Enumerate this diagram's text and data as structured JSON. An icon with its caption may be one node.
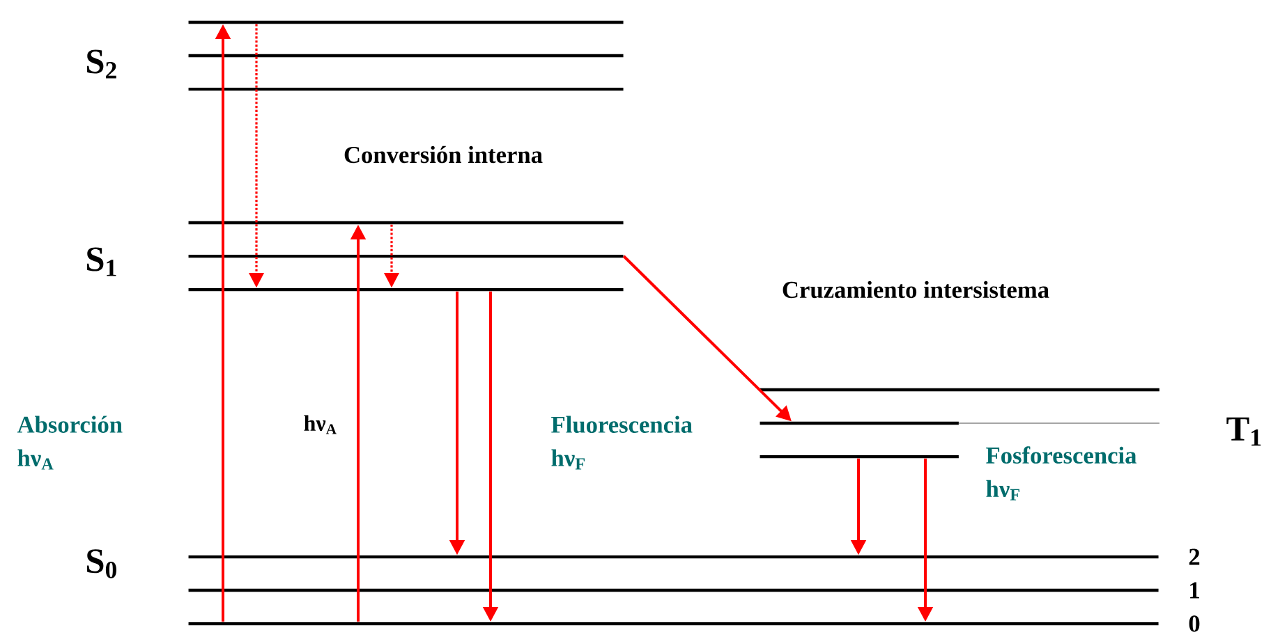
{
  "diagram": {
    "nodes": [
      {
        "text": [],
        "shape": "bar"
      },
      {
        "text": [],
        "shape": "bar"
      },
      {
        "text": [],
        "shape": "bar"
      },
      {
        "text": [],
        "shape": "bar"
      },
      {
        "text": [],
        "shape": "bar"
      },
      {
        "text": [],
        "shape": "bar"
      },
      {
        "text": [],
        "shape": "bar"
      },
      {
        "text": [],
        "shape": "bar"
      },
      {
        "text": [],
        "shape": "bar"
      },
      {
        "text": [],
        "shape": "bar"
      },
      {
        "text": [],
        "shape": "bar"
      },
      {
        "text": [],
        "shape": "bar"
      }
    ],
    "edges": [
      {
        "from": 11,
        "to": 0,
        "arrow": "to"
      },
      {
        "from": 0,
        "to": 5,
        "arrow": "to",
        "style": "dashed"
      },
      {
        "from": 11,
        "to": 3,
        "arrow": "to",
        "label": "hν$_{A}$"
      },
      {
        "from": 3,
        "to": 5,
        "arrow": "to",
        "style": "dashed"
      },
      {
        "from": 5,
        "to": 9,
        "arrow": "to"
      },
      {
        "from": 5,
        "to": 11,
        "arrow": "to"
      },
      {
        "from": 4,
        "to": 7,
        "arrow": "to"
      },
      {
        "from": 8,
        "to": 9,
        "arrow": "to"
      },
      {
        "from": 8,
        "to": 11,
        "arrow": "to"
      }
    ],
    "labels": [
      "S$_{2}$",
      "Conversión interna",
      "S$_{1}$",
      "Cruzamiento intersistema",
      "Absorción hν$_{A}$",
      "Fluorescencia hν$_{F}$",
      "T$_{1}$",
      "Fosforescencia hν$_{F}$",
      "S$_{0}$",
      "2",
      "1",
      "0"
    ]
  }
}
